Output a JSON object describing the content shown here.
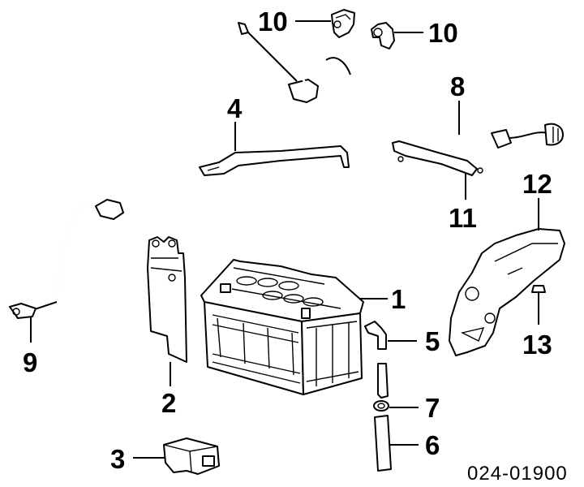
{
  "diagram": {
    "callouts": [
      "1",
      "2",
      "3",
      "4",
      "5",
      "6",
      "7",
      "8",
      "9",
      "10",
      "10",
      "11",
      "12",
      "13"
    ],
    "reference_code": "024-01900"
  },
  "parts": [
    {
      "name": "battery",
      "icon": "battery-icon"
    },
    {
      "name": "battery-tray-bracket",
      "icon": "bracket-icon"
    },
    {
      "name": "battery-clamp-block",
      "icon": "clamp-icon"
    },
    {
      "name": "hold-down-strap",
      "icon": "strap-icon"
    },
    {
      "name": "vent-elbow",
      "icon": "elbow-icon"
    },
    {
      "name": "vent-tube",
      "icon": "tube-icon"
    },
    {
      "name": "grommet",
      "icon": "grommet-icon"
    },
    {
      "name": "positive-cable",
      "icon": "cable-icon"
    },
    {
      "name": "ground-cable",
      "icon": "cable-icon"
    },
    {
      "name": "cable-clip",
      "icon": "clip-icon"
    },
    {
      "name": "cable-cover",
      "icon": "cover-icon"
    },
    {
      "name": "battery-support",
      "icon": "support-icon"
    },
    {
      "name": "bolt",
      "icon": "bolt-icon"
    }
  ]
}
